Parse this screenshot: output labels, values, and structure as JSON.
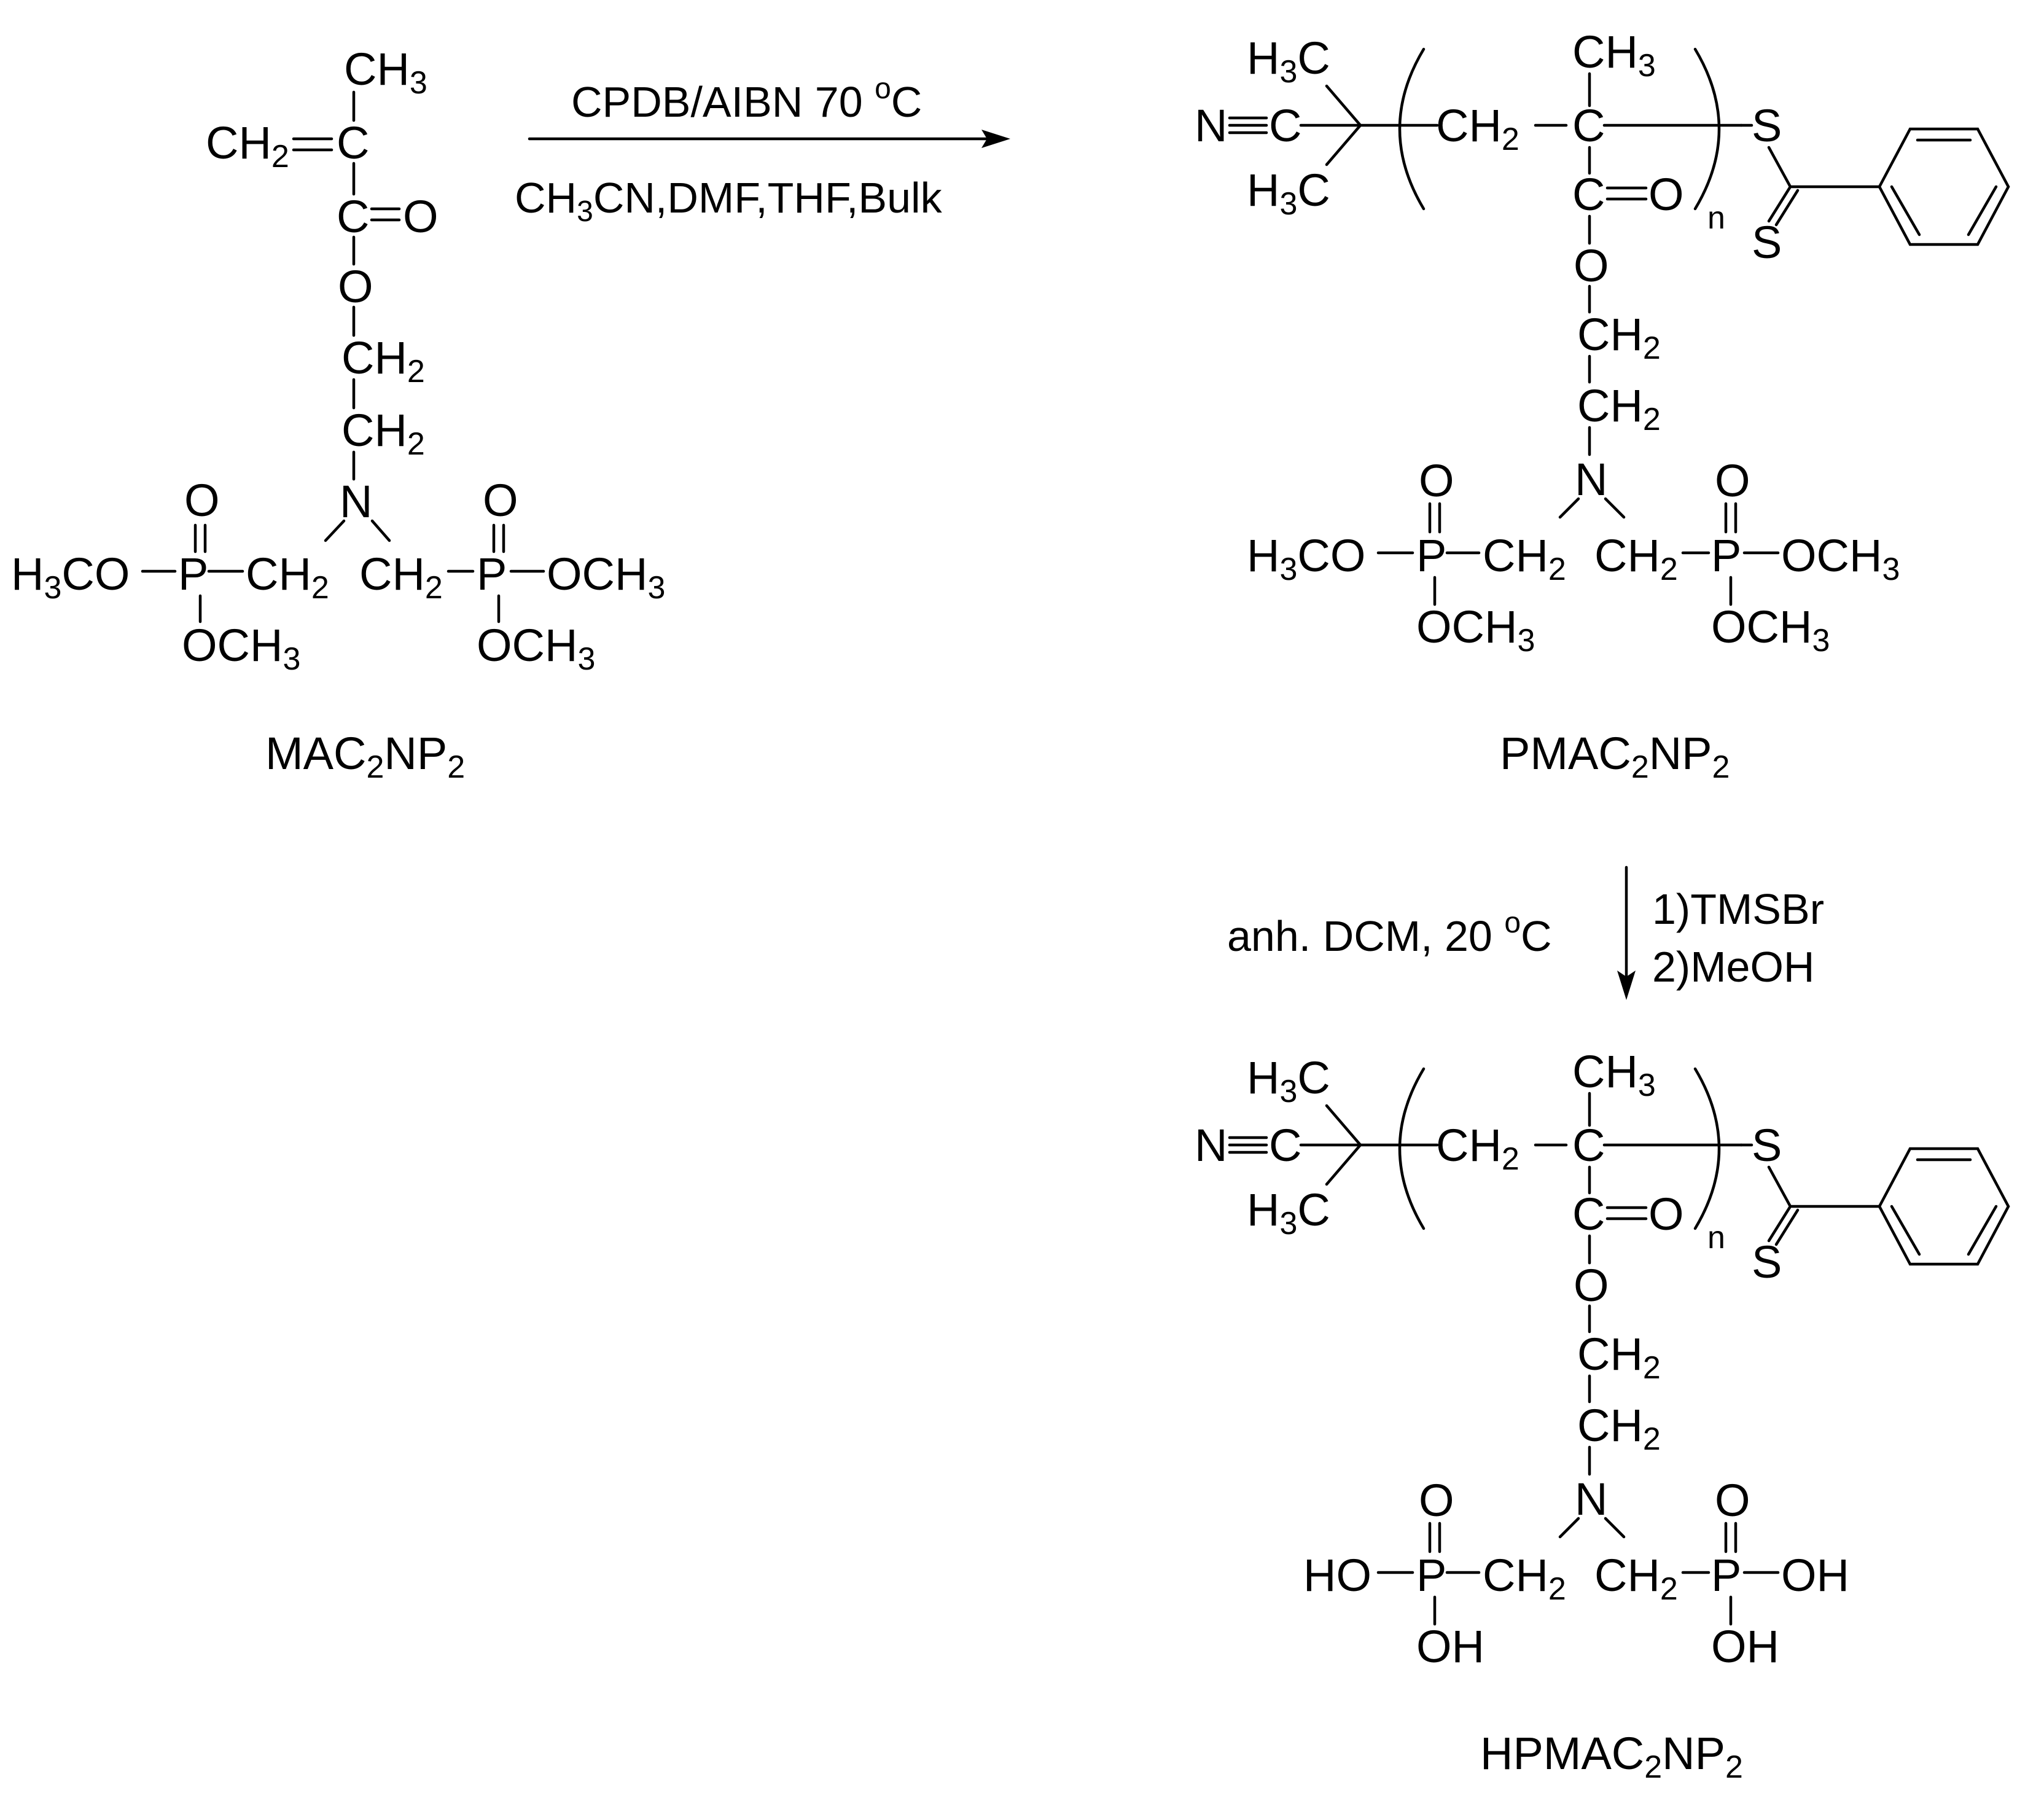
{
  "compounds": {
    "monomer": {
      "name": "MAC2NP2",
      "name_main": "MAC",
      "name_n1": "2",
      "name_mid": "NP",
      "name_n2": "2"
    },
    "polymer": {
      "name": "PMAC2NP2",
      "name_main": "PMAC",
      "name_n1": "2",
      "name_mid": "NP",
      "name_n2": "2"
    },
    "hydrolyzed_polymer": {
      "name": "HPMAC2NP2",
      "name_main": "HPMAC",
      "name_n1": "2",
      "name_mid": "NP",
      "name_n2": "2"
    }
  },
  "step1": {
    "conditions_above": "CPDB/AIBN 70 °C",
    "above_main": "CPDB/AIBN 70 ",
    "above_deg": "o",
    "above_unit": "C",
    "conditions_below": "CH3CN,DMF,THF,Bulk",
    "below_a": "CH",
    "below_b": "3",
    "below_c": "CN,DMF,THF,Bulk"
  },
  "step2": {
    "conditions_left": "anh. DCM, 20 °C",
    "left_main": "anh. DCM, 20 ",
    "left_deg": "o",
    "left_unit": "C",
    "reagent_1": "1)TMSBr",
    "reagent_2": "2)MeOH"
  },
  "atoms": {
    "ch3": "CH3",
    "ch2": "CH2",
    "c": "C",
    "o": "O",
    "n": "N",
    "p": "P",
    "s": "S",
    "h3co": "H3CO",
    "och3": "OCH3",
    "ho": "HO",
    "oh": "OH",
    "h3c": "H3C",
    "repeat_n": "n"
  }
}
